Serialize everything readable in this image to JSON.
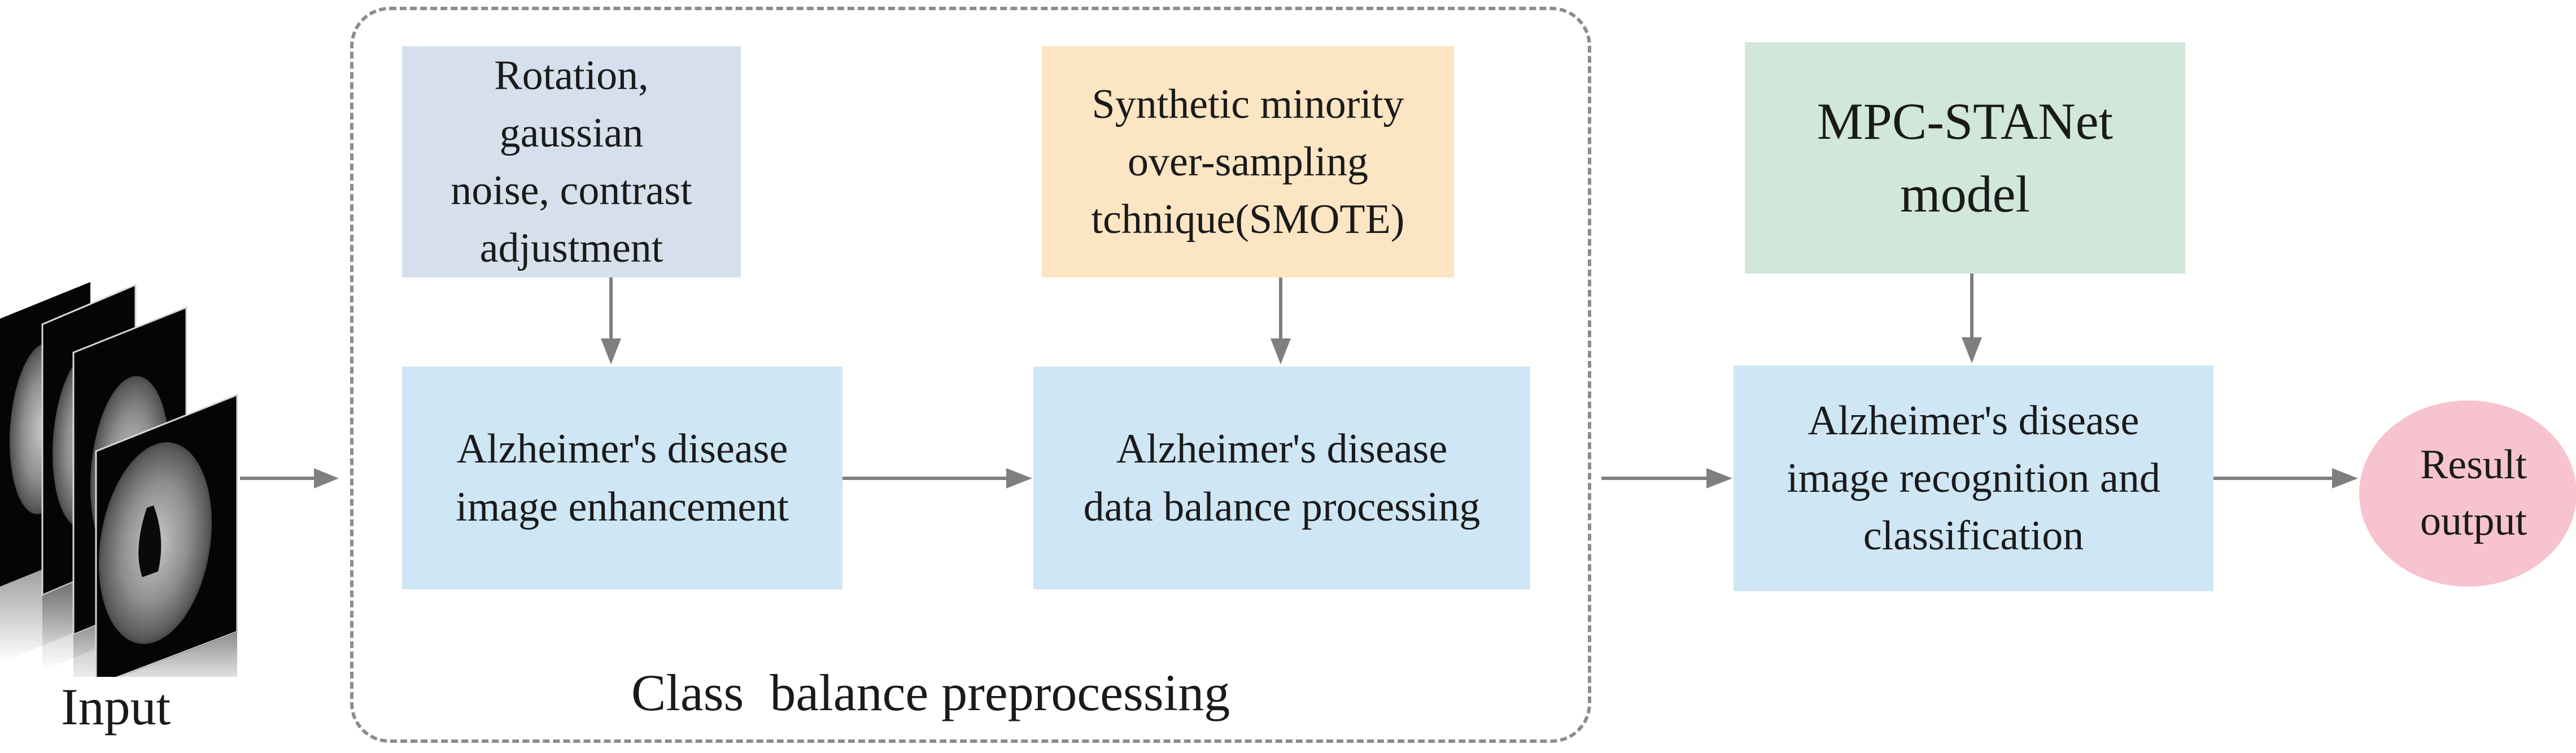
{
  "diagram": {
    "input_label": "Input",
    "group_label": "Class  balance preprocessing",
    "nodes": {
      "rotation": [
        "Rotation, gaussian",
        "noise, contrast",
        "adjustment"
      ],
      "smote": [
        "Synthetic minority",
        "over-sampling",
        "tchnique(SMOTE)"
      ],
      "mpc": [
        "MPC-STANet",
        "model"
      ],
      "enhancement": [
        "Alzheimer's disease",
        "image enhancement"
      ],
      "balance": [
        "Alzheimer's disease",
        "data balance processing"
      ],
      "recognition": [
        "Alzheimer's disease",
        "image recognition and",
        "classification"
      ],
      "result": [
        "Result",
        "output"
      ]
    },
    "colors": {
      "blue_light": "#cfe6f4",
      "blue_grey": "#d6e0ec",
      "tan": "#fbe5c3",
      "green": "#d0e7da",
      "pink": "#f6c3cf",
      "arrow": "#7f7f7f",
      "dashed_border": "#8c8c8c"
    }
  }
}
